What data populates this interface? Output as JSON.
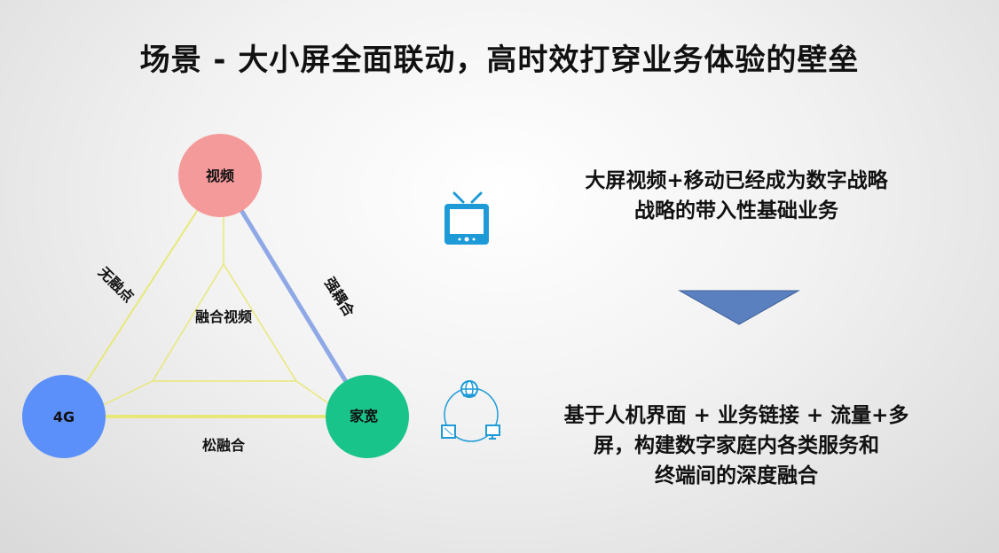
{
  "title": "场景 - 大小屏全面联动，高时效打穿业务体验的壁垒",
  "diagram": {
    "nodes": {
      "video": "视频",
      "g4": "4G",
      "broadband": "家宽"
    },
    "center_label": "融合视频",
    "edges": {
      "left": "无融点",
      "right": "强耦合",
      "bottom": "松融合"
    },
    "colors": {
      "video": "#f59a9a",
      "g4": "#5b8ff9",
      "broadband": "#19c48a",
      "strong_edge": "#8fa8e6",
      "weak_edge": "#e8e87a",
      "arrow": "#5a80bf",
      "icon": "#1e9bd7"
    }
  },
  "right_panel": {
    "text1_line1": "大屏视频+移动已经成为数字战略",
    "text1_line2": "战略的带入性基础业务",
    "text2_line1": "基于人机界面 + 业务链接 + 流量+多",
    "text2_line2": "屏，构建数字家庭内各类服务和",
    "text2_line3": "终端间的深度融合",
    "icons": [
      "tv-icon",
      "network-devices-icon"
    ]
  }
}
